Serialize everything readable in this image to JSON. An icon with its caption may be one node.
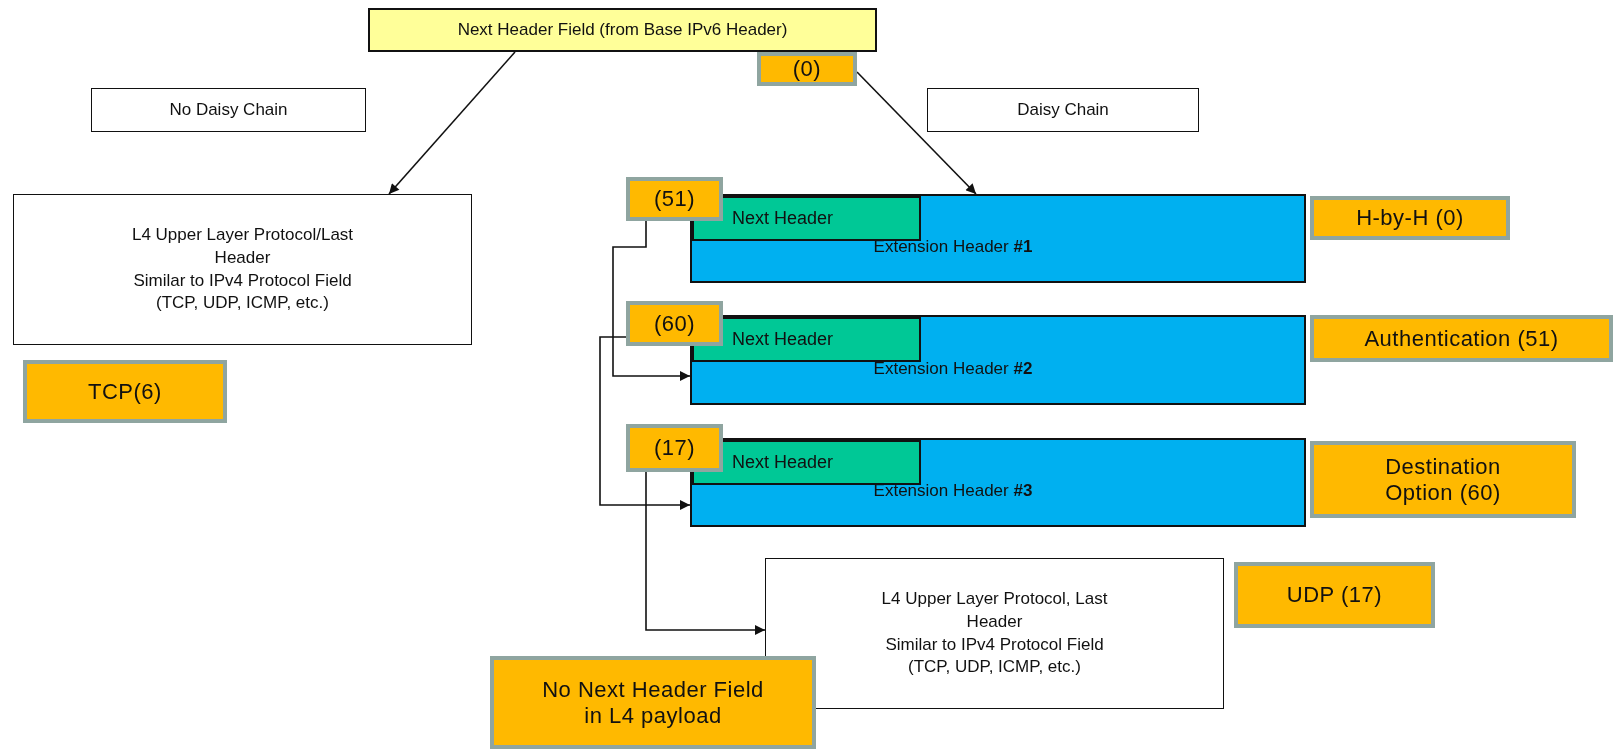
{
  "diagram": {
    "nodes": [
      {
        "text": [
          "Next Header Field (from Base IPv6 Header)"
        ]
      },
      {
        "text": [
          "(0)"
        ]
      },
      {
        "text": [
          "No Daisy Chain"
        ]
      },
      {
        "text": [
          "Daisy Chain"
        ]
      },
      {
        "text": [
          "L4 Upper Layer Protocol/Last Header",
          "Similar to IPv4 Protocol Field (TCP, UDP, ICMP, etc.)"
        ]
      },
      {
        "text": [
          "(51)"
        ]
      },
      {
        "text": [
          "Extension Header **#1**"
        ]
      },
      {
        "text": [
          "Next Header"
        ],
        "in": 6
      },
      {
        "text": [
          "H-by-H (0)"
        ]
      },
      {
        "text": [
          "(60)"
        ]
      },
      {
        "text": [
          "Extension Header **#2**"
        ]
      },
      {
        "text": [
          "Next Header"
        ],
        "in": 10
      },
      {
        "text": [
          "Authentication (51)"
        ]
      },
      {
        "text": [
          "TCP(6)"
        ]
      },
      {
        "text": [
          "(17)"
        ]
      },
      {
        "text": [
          "Extension Header **#3**"
        ]
      },
      {
        "text": [
          "Next Header"
        ],
        "in": 15
      },
      {
        "text": [
          "Destination Option (60)"
        ]
      },
      {
        "text": [
          "L4 Upper Layer Protocol, Last Header",
          "Similar to IPv4 Protocol Field (TCP, UDP, ICMP, etc.)"
        ]
      },
      {
        "text": [
          "UDP (17)"
        ]
      },
      {
        "text": [
          "No Next Header Field in L4 payload"
        ]
      }
    ],
    "edges": [
      {
        "from": 0,
        "to": 4,
        "arrow": "to"
      },
      {
        "from": 1,
        "to": 6,
        "arrow": "to"
      },
      {
        "from": 5,
        "to": 10,
        "arrow": "to"
      },
      {
        "from": 9,
        "to": 15,
        "arrow": "to"
      },
      {
        "from": 14,
        "to": 18,
        "arrow": "to"
      }
    ]
  }
}
